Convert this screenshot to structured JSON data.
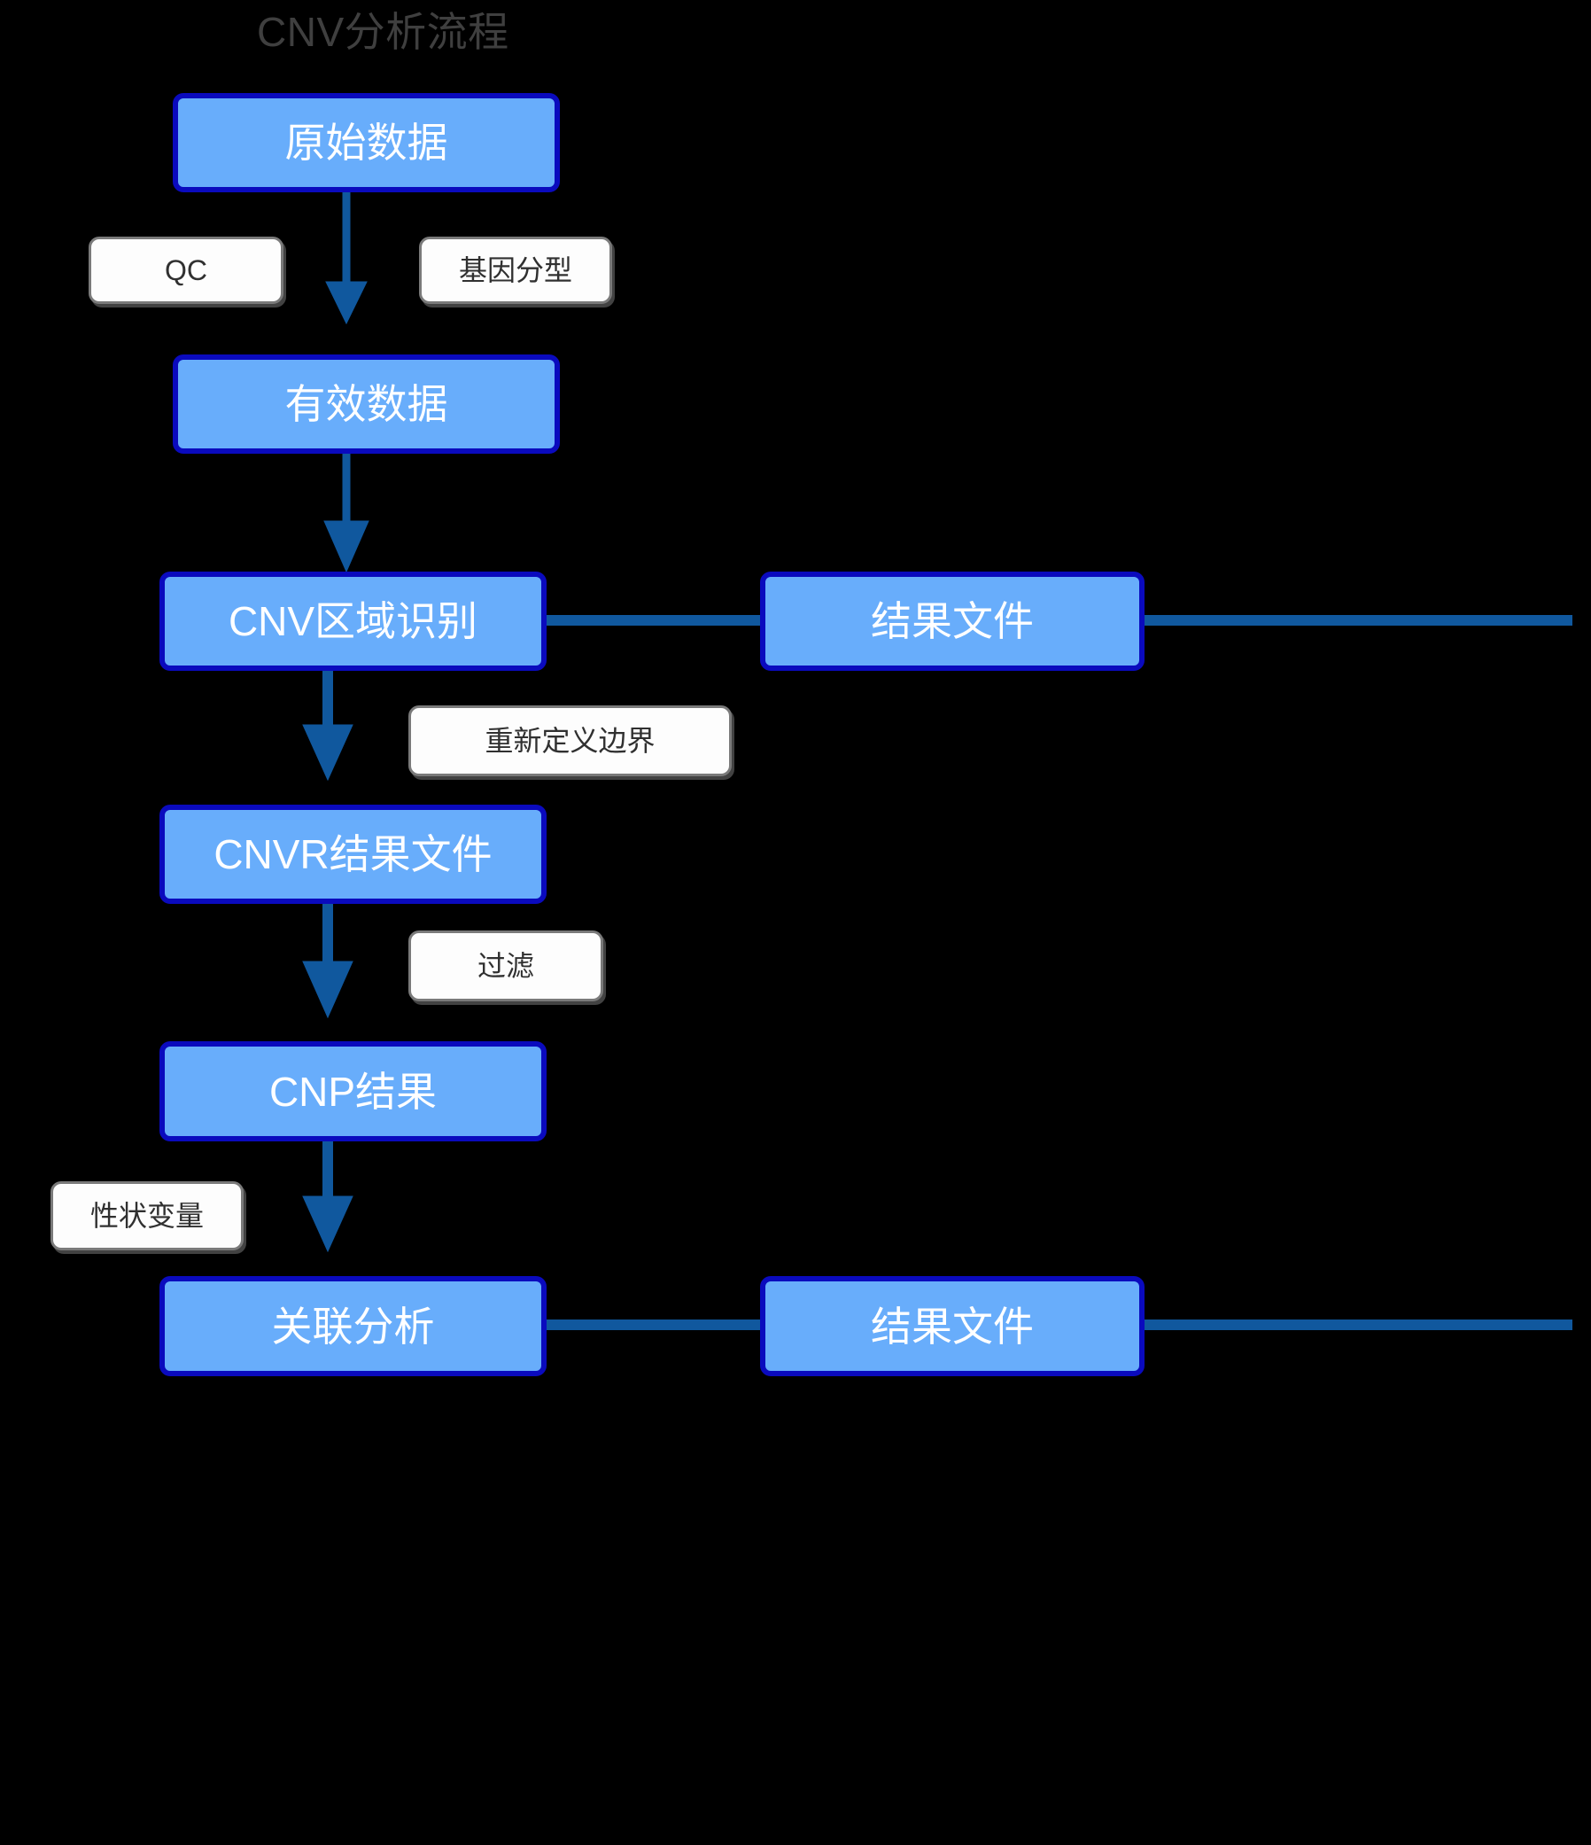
{
  "diagram": {
    "title": "CNV分析流程",
    "background_color": "#000000",
    "title_color": "#3f3f3f",
    "node_fill": "#68ADFB",
    "node_border": "#0A0ABE",
    "node_text_color": "#FFFFFF",
    "chip_fill": "#FDFDFD",
    "chip_border": "#7A7A7A",
    "chip_text_color": "#303030",
    "arrow_color": "#10589E"
  },
  "nodes": [
    {
      "id": "raw-data",
      "label": "原始数据"
    },
    {
      "id": "valid-data",
      "label": "有效数据"
    },
    {
      "id": "cnv-region",
      "label": "CNV区域识别"
    },
    {
      "id": "result-file-top",
      "label": "结果文件"
    },
    {
      "id": "cnvr-result",
      "label": "CNVR结果文件"
    },
    {
      "id": "cnp-result",
      "label": "CNP结果"
    },
    {
      "id": "assoc-analysis",
      "label": "关联分析"
    },
    {
      "id": "result-file-bot",
      "label": "结果文件"
    }
  ],
  "edge_labels": [
    {
      "id": "qc",
      "label": "QC"
    },
    {
      "id": "genotyping",
      "label": "基因分型"
    },
    {
      "id": "redefine",
      "label": "重新定义边界"
    },
    {
      "id": "filter",
      "label": "过滤"
    },
    {
      "id": "trait-variable",
      "label": "性状变量"
    }
  ],
  "edges": [
    {
      "from": "raw-data",
      "to": "valid-data",
      "direction": "down"
    },
    {
      "from": "valid-data",
      "to": "cnv-region",
      "direction": "down"
    },
    {
      "from": "cnv-region",
      "to": "result-file-top",
      "direction": "right"
    },
    {
      "from": "cnv-region",
      "to": "cnvr-result",
      "direction": "down"
    },
    {
      "from": "cnvr-result",
      "to": "cnp-result",
      "direction": "down"
    },
    {
      "from": "cnp-result",
      "to": "assoc-analysis",
      "direction": "down"
    },
    {
      "from": "assoc-analysis",
      "to": "result-file-bot",
      "direction": "right"
    }
  ]
}
